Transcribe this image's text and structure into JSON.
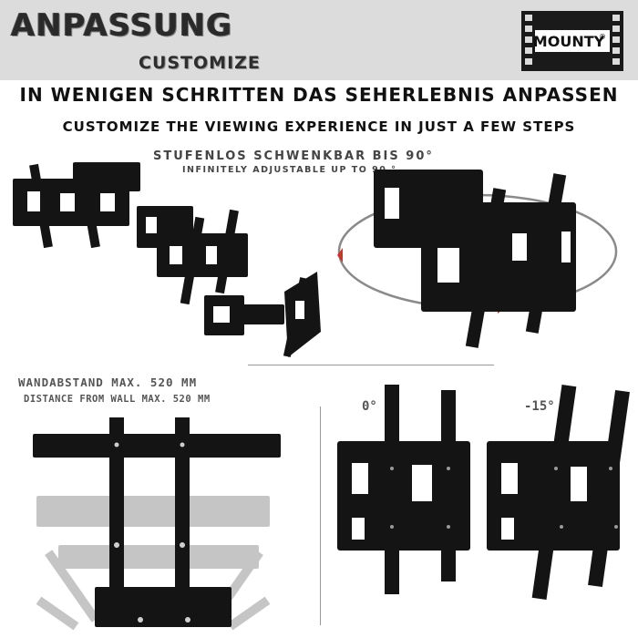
{
  "header": {
    "title_de": "ANPASSUNG",
    "title_en": "CUSTOMIZE",
    "logo_text": "MOUNTY",
    "logo_mark": "®"
  },
  "headline": {
    "de": "IN WENIGEN SCHRITTEN DAS SEHERLEBNIS ANPASSEN",
    "en": "CUSTOMIZE THE VIEWING EXPERIENCE IN JUST A FEW STEPS"
  },
  "swivel": {
    "de": "STUFENLOS SCHWENKBAR BIS 90°",
    "en": "INFINITELY ADJUSTABLE UP TO 90 °"
  },
  "wall_distance": {
    "de": "WANDABSTAND MAX. 520 MM",
    "en": "DISTANCE FROM WALL MAX. 520 MM"
  },
  "tilt": {
    "label_0": "0°",
    "label_15": "-15°"
  },
  "colors": {
    "header_band": "#dcdcdc",
    "mount_black": "#141414",
    "ghost_gray": "#b5b5b5",
    "rotation_arrow": "#c0392b"
  }
}
